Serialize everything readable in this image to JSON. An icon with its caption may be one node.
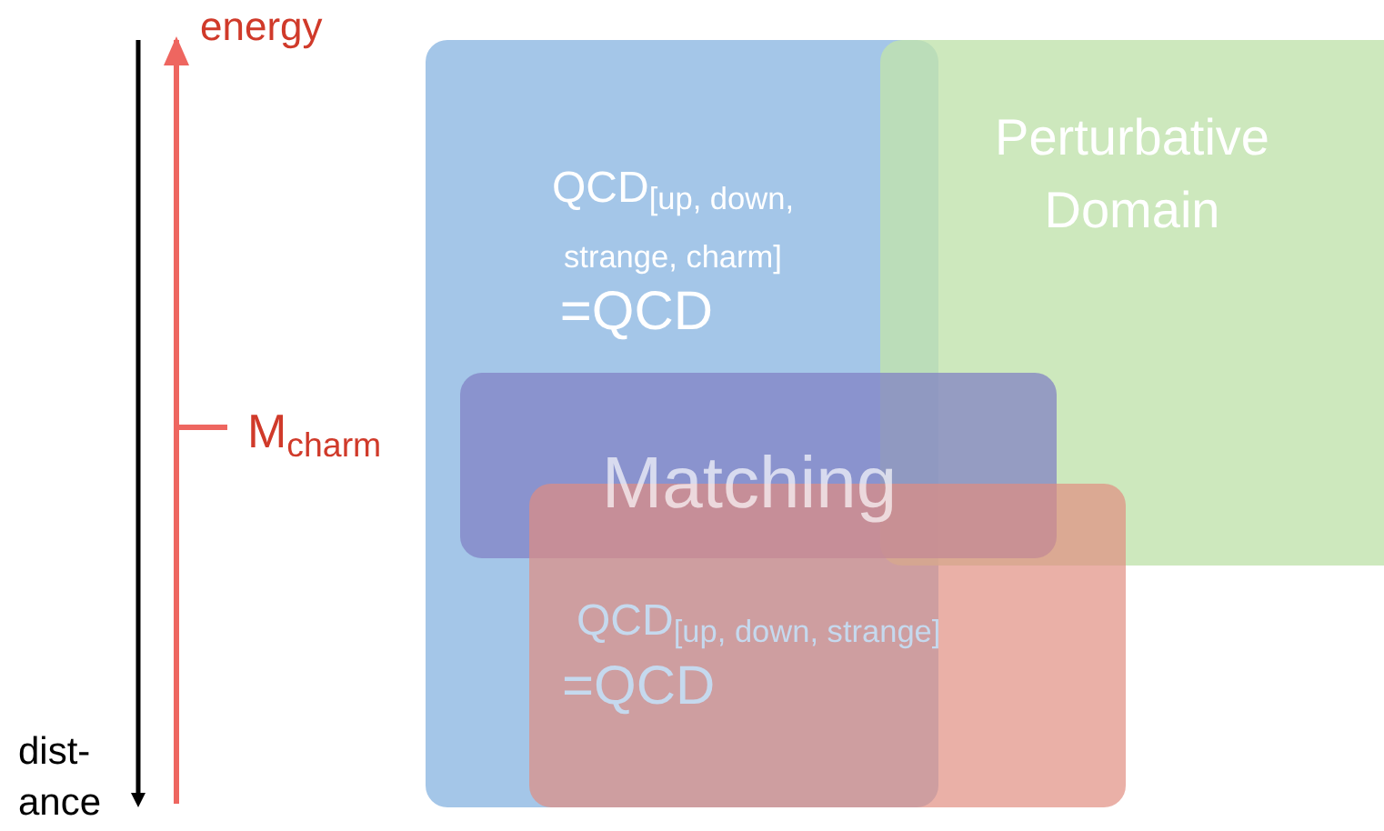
{
  "diagram": {
    "nodes": [
      {
        "text": [
          "QCD$_{[up, down, strange, charm]}$",
          "=QCD"
        ]
      },
      {
        "text": [
          "Perturbative Domain"
        ]
      },
      {
        "text": [
          "Matching"
        ]
      },
      {
        "text": [
          "QCD$_{[up, down, strange]}$",
          "=QCD"
        ]
      }
    ],
    "edges": [],
    "labels": [
      "energy",
      "M$_{charm}$",
      "dist- ance"
    ]
  }
}
